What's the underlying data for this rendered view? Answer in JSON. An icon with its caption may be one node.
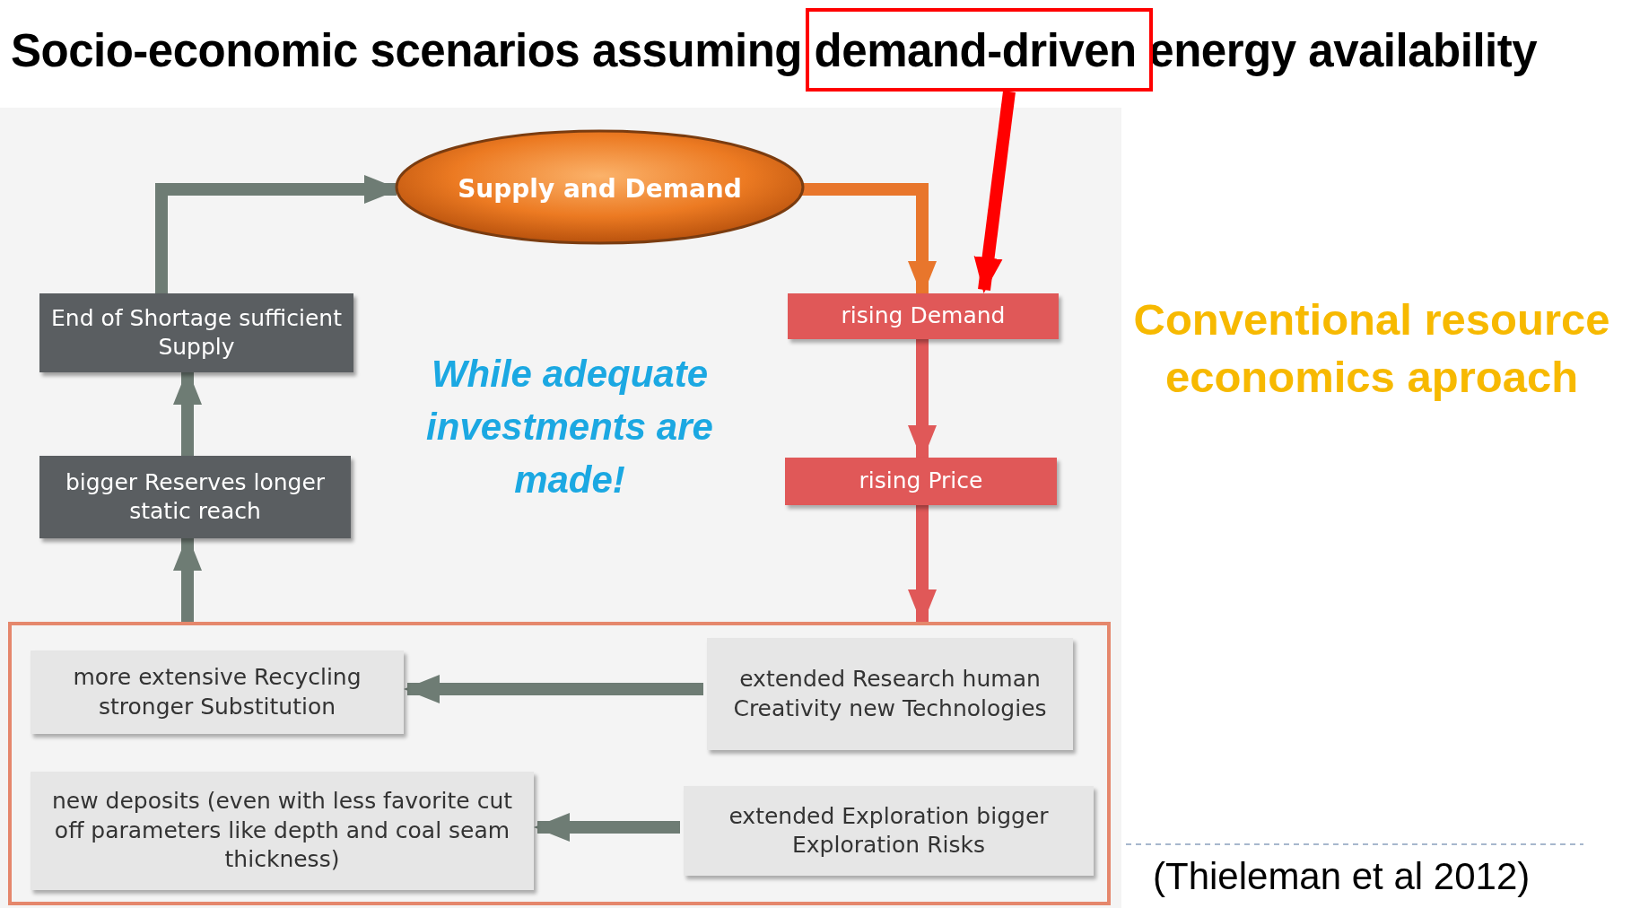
{
  "diagram": {
    "title": "Socio-economic scenarios assuming demand-driven energy availability",
    "nodes": [
      {
        "text": [
          "Supply and Demand"
        ]
      },
      {
        "text": [
          "End of Shortage sufficient Supply"
        ]
      },
      {
        "text": [
          "bigger Reserves longer static reach"
        ]
      },
      {
        "text": [
          "rising Demand"
        ]
      },
      {
        "text": [
          "rising Price"
        ]
      },
      {
        "text": [],
        "shape": "box"
      },
      {
        "text": [
          "more extensive Recycling stronger Substitution"
        ],
        "in": 5
      },
      {
        "text": [
          "extended Research human Creativity new Technologies"
        ],
        "in": 5
      },
      {
        "text": [
          "new deposits (even with less favorite cut off parameters like depth and coal seam thickness)"
        ],
        "in": 5
      },
      {
        "text": [
          "extended Exploration bigger Exploration Risks"
        ],
        "in": 5
      },
      {
        "text": [],
        "shape": "box"
      }
    ],
    "edges": [
      {
        "from": 1,
        "to": 0,
        "arrow": "to"
      },
      {
        "from": 0,
        "to": 3,
        "arrow": "to",
        "color": "#e8762c"
      },
      {
        "from": 3,
        "to": 4,
        "arrow": "to",
        "color": "#e05858"
      },
      {
        "from": 4,
        "to": 5,
        "arrow": "to",
        "color": "#e05858"
      },
      {
        "from": 5,
        "to": 2,
        "arrow": "to"
      },
      {
        "from": 2,
        "to": 1,
        "arrow": "to"
      },
      {
        "from": 7,
        "to": 6,
        "arrow": "to"
      },
      {
        "from": 9,
        "to": 8,
        "arrow": "to"
      },
      {
        "from": 10,
        "to": 3,
        "arrow": "to",
        "color": "#ff0000"
      }
    ],
    "labels": [
      "While adequate investments are made!",
      "Conventional resource economics aproach",
      "(Thieleman et al 2012)"
    ]
  }
}
